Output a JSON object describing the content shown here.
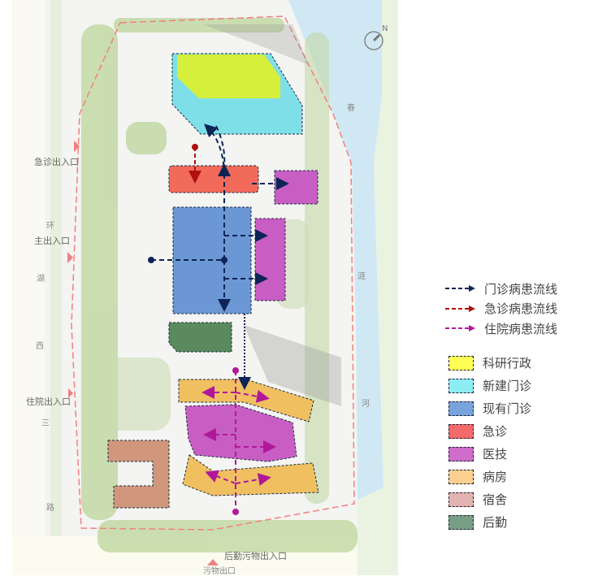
{
  "map": {
    "entrances": {
      "emergency": "急诊出入口",
      "main": "主出入口",
      "inpatient": "住院出入口",
      "logistics": "后勤污物出入口",
      "waste_exit": "污物出口"
    },
    "road_name": [
      "环",
      "湖",
      "西",
      "三",
      "路"
    ],
    "river_name": [
      "春",
      "涟",
      "河"
    ],
    "compass": "N"
  },
  "legend": {
    "flows": [
      {
        "label": "门诊病患流线",
        "color": "#0d2456"
      },
      {
        "label": "急诊病患流线",
        "color": "#b01010"
      },
      {
        "label": "住院病患流线",
        "color": "#b0189a"
      }
    ],
    "zones": [
      {
        "label": "科研行政",
        "color": "#ffff55"
      },
      {
        "label": "新建门诊",
        "color": "#8eecf4"
      },
      {
        "label": "现有门诊",
        "color": "#79a3dc"
      },
      {
        "label": "急诊",
        "color": "#f26a6a"
      },
      {
        "label": "医技",
        "color": "#cf6ccc"
      },
      {
        "label": "病房",
        "color": "#fbd091"
      },
      {
        "label": "宿舍",
        "color": "#e2b3b0"
      },
      {
        "label": "后勤",
        "color": "#789f86"
      }
    ]
  }
}
